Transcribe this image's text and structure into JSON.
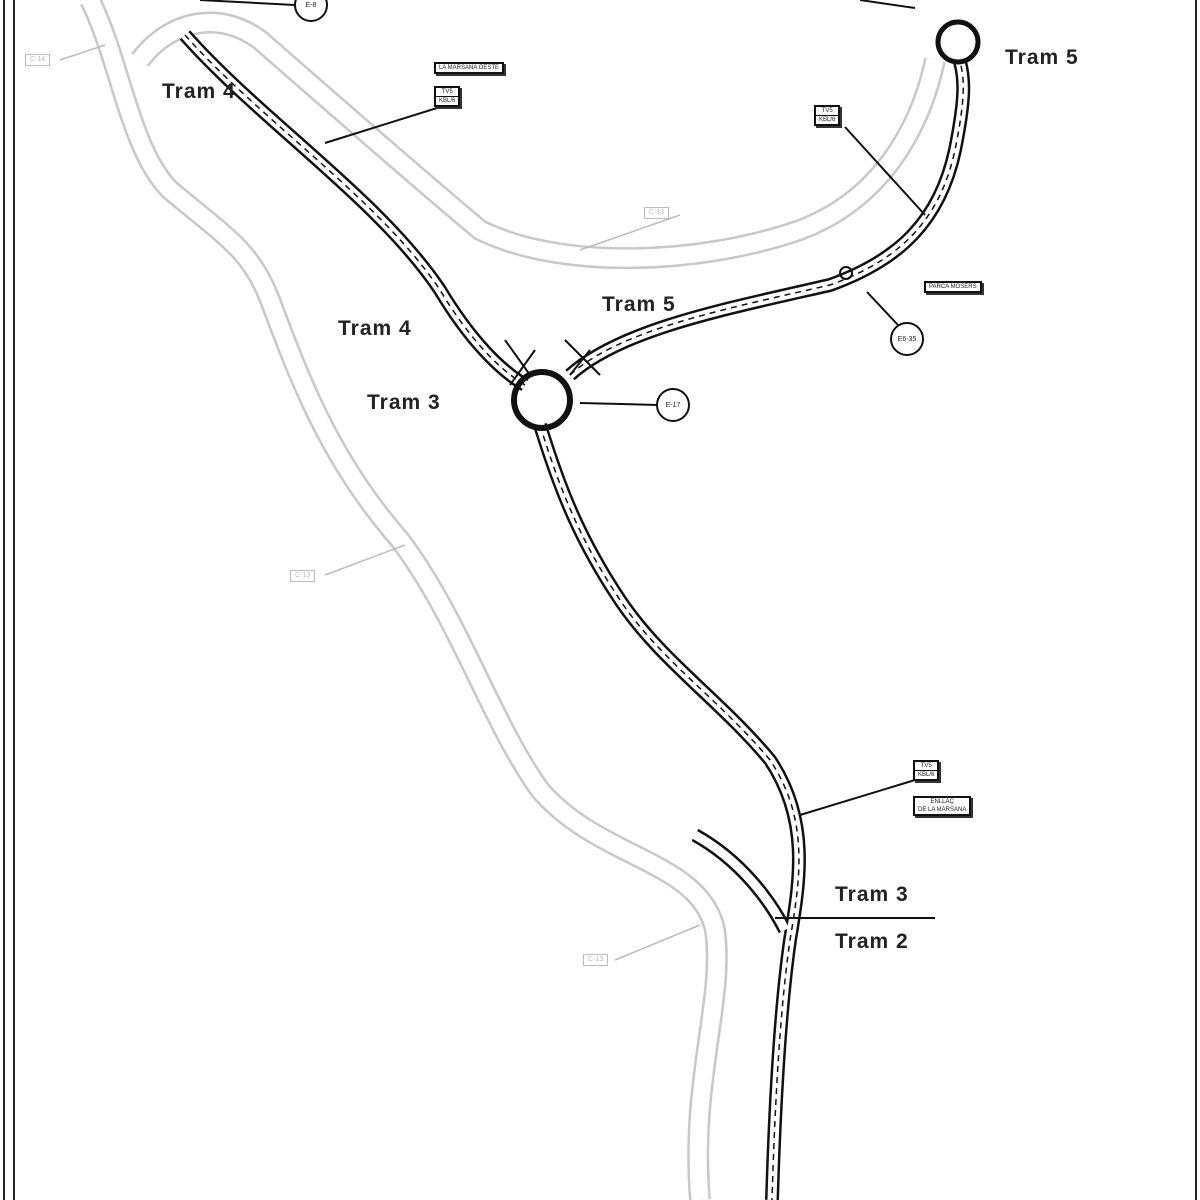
{
  "map": {
    "segments": {
      "tram4_top": "Tram 4",
      "tram4_mid": "Tram 4",
      "tram5_top": "Tram 5",
      "tram5_mid": "Tram 5",
      "tram3_mid": "Tram 3",
      "tram3_low": "Tram 3",
      "tram2": "Tram 2"
    },
    "tags": {
      "road_name_top": "LA MARSANA OESTE",
      "tv_a": [
        "TV5",
        "KBL/6"
      ],
      "tv_b": [
        "TV5",
        "KBL/6"
      ],
      "tv_c": [
        "TV5",
        "KBL/6"
      ],
      "parca": "PARCA MOSERS",
      "enllac": [
        "ENLLAÇ",
        "DE LA MARSANA"
      ]
    },
    "circles": {
      "top": "E-8",
      "e17": "E-17",
      "e635": "E6-35"
    },
    "grey_labels": {
      "g1": "C-14",
      "g2": "C-13",
      "g3": "C-13",
      "g4": "C-13"
    }
  }
}
